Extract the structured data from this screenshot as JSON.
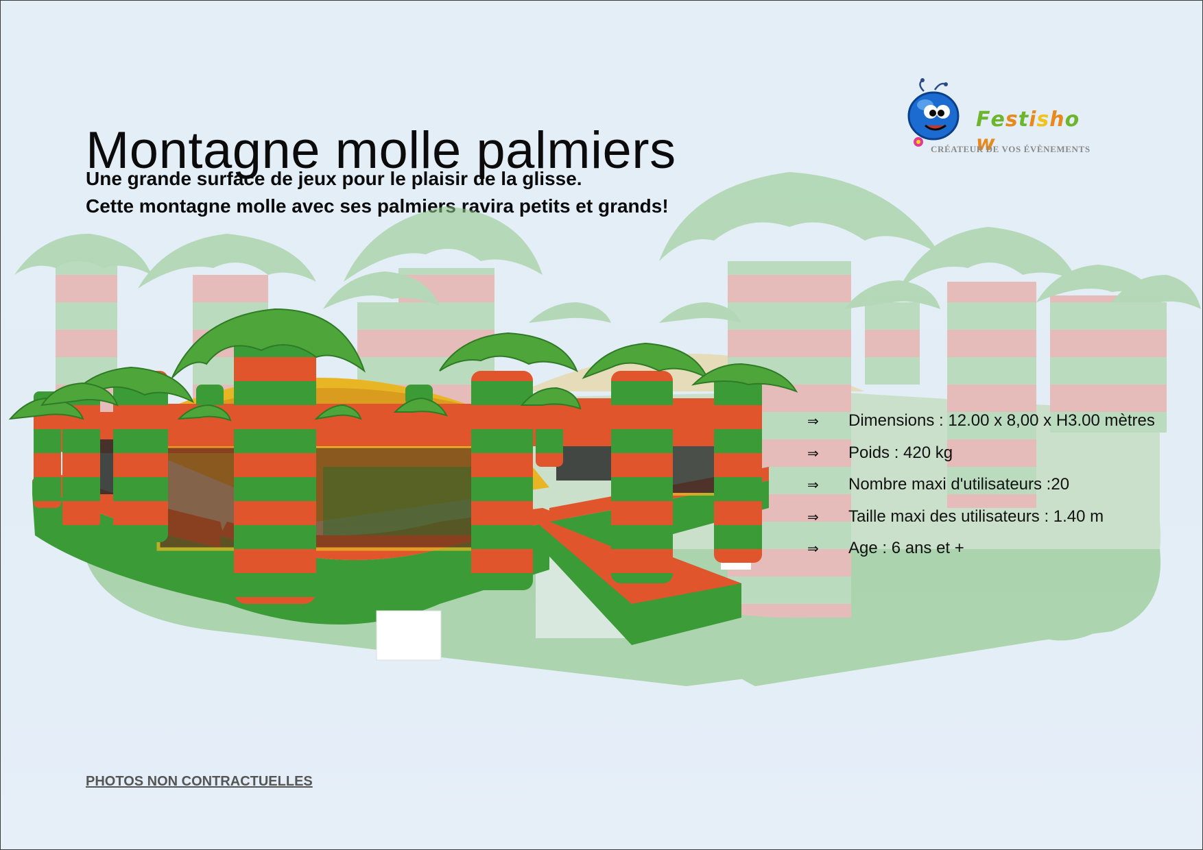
{
  "document": {
    "title": "Montagne molle palmiers",
    "subtitle_lines": [
      "Une grande surface de jeux pour le plaisir de la glisse.",
      "Cette montagne molle avec ses palmiers ravira petits et grands!"
    ],
    "specs": [
      {
        "icon": "double-arrow-right-icon",
        "glyph": "⇒",
        "text": "Dimensions : 12.00 x 8,00 x H3.00 mètres"
      },
      {
        "icon": "double-arrow-right-icon",
        "glyph": "⇒",
        "text": "Poids : 420 kg"
      },
      {
        "icon": "double-arrow-right-icon",
        "glyph": "⇒",
        "text": "Nombre maxi d'utilisateurs :20"
      },
      {
        "icon": "double-arrow-right-icon",
        "glyph": "⇒",
        "text": "Taille maxi des utilisateurs :  1.40 m"
      },
      {
        "icon": "double-arrow-right-icon",
        "glyph": "⇒",
        "text": "Age : 6 ans et +"
      }
    ],
    "disclaimer": "PHOTOS NON CONTRACTUELLES"
  },
  "logo": {
    "icon": "festishow-mascot-logo",
    "wordmark_letters": [
      "F",
      "e",
      "s",
      "t",
      "i",
      "s",
      "h",
      "o",
      "w"
    ],
    "wordmark_colors": [
      "#6cb52d",
      "#6cb52d",
      "#e8891e",
      "#6cb52d",
      "#e8891e",
      "#f2c21c",
      "#e8891e",
      "#6cb52d",
      "#e8891e"
    ],
    "tagline": "CRÉATEUR DE VOS ÉVÈNEMENTS"
  },
  "colors": {
    "inflatable_red": "#e1552c",
    "inflatable_green": "#3b9b37",
    "palm_green": "#4ea63a",
    "floor_yellow": "#e8b624",
    "background": "#e2edf6"
  }
}
